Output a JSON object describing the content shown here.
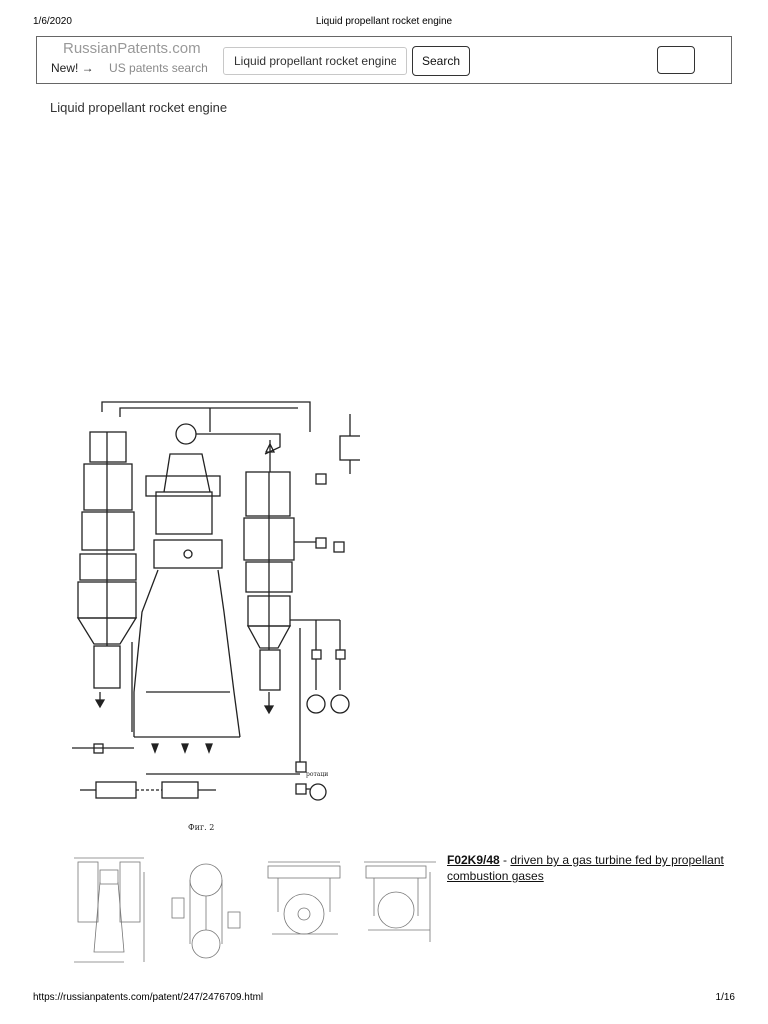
{
  "print_header": {
    "date": "1/6/2020",
    "title": "Liquid propellant rocket engine"
  },
  "header": {
    "logo": "RussianPatents.com",
    "new_label": "New! →",
    "us_patents_link": "US patents search",
    "search_value": "Liquid propellant rocket engine",
    "search_button": "Search"
  },
  "page_title": "Liquid propellant rocket engine",
  "figure_caption": "Фиг. 2",
  "drawing_label": "ротаци",
  "classification": {
    "code": "F02K9/48",
    "separator": " - ",
    "description": "driven by a gas turbine fed by propellant combustion gases"
  },
  "print_footer": {
    "url": "https://russianpatents.com/patent/247/2476709.html",
    "page": "1/16"
  }
}
